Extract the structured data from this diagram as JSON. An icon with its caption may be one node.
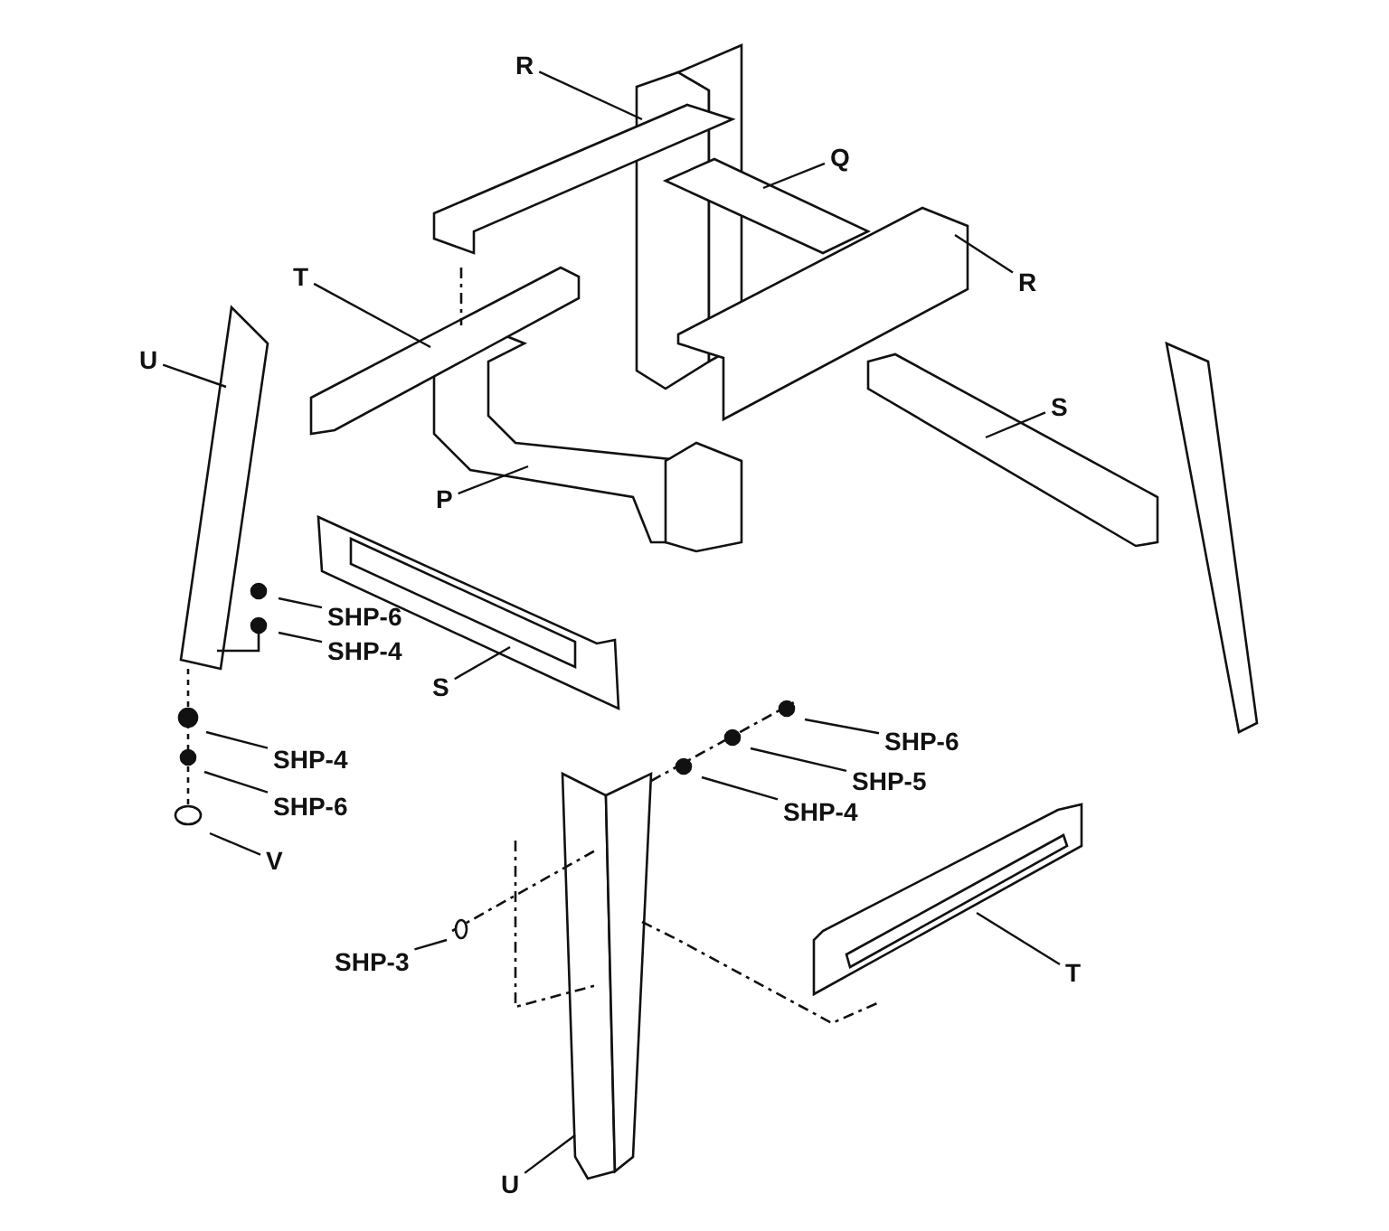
{
  "diagram": {
    "nodes": [
      {
        "text": [
          "R"
        ]
      },
      {
        "text": [
          "Q"
        ]
      },
      {
        "text": [
          "R"
        ]
      },
      {
        "text": [
          "T"
        ]
      },
      {
        "text": [
          "U"
        ]
      },
      {
        "text": [
          "S"
        ]
      },
      {
        "text": [
          "P"
        ]
      },
      {
        "text": [
          "SHP-6"
        ]
      },
      {
        "text": [
          "SHP-4"
        ]
      },
      {
        "text": [
          "S"
        ]
      },
      {
        "text": [
          "SHP-4"
        ]
      },
      {
        "text": [
          "SHP-6"
        ]
      },
      {
        "text": [
          "V"
        ]
      },
      {
        "text": [
          "SHP-6"
        ]
      },
      {
        "text": [
          "SHP-5"
        ]
      },
      {
        "text": [
          "SHP-4"
        ]
      },
      {
        "text": [
          "SHP-3"
        ]
      },
      {
        "text": [
          "T"
        ]
      },
      {
        "text": [
          "U"
        ]
      }
    ],
    "edges": [
      {
        "from": 0,
        "to": null,
        "arrow": "none"
      },
      {
        "from": 1,
        "to": null,
        "arrow": "none"
      },
      {
        "from": 2,
        "to": null,
        "arrow": "none"
      },
      {
        "from": 3,
        "to": null,
        "arrow": "none"
      },
      {
        "from": 4,
        "to": null,
        "arrow": "none"
      },
      {
        "from": 5,
        "to": null,
        "arrow": "none"
      },
      {
        "from": 6,
        "to": null,
        "arrow": "none"
      },
      {
        "from": 7,
        "to": null,
        "arrow": "none"
      },
      {
        "from": 8,
        "to": null,
        "arrow": "none"
      },
      {
        "from": 9,
        "to": null,
        "arrow": "none"
      },
      {
        "from": 10,
        "to": null,
        "arrow": "none"
      },
      {
        "from": 11,
        "to": null,
        "arrow": "none"
      },
      {
        "from": 12,
        "to": null,
        "arrow": "none"
      },
      {
        "from": 13,
        "to": null,
        "arrow": "none"
      },
      {
        "from": 14,
        "to": null,
        "arrow": "none"
      },
      {
        "from": 15,
        "to": null,
        "arrow": "none"
      },
      {
        "from": 16,
        "to": null,
        "arrow": "none"
      },
      {
        "from": 17,
        "to": null,
        "arrow": "none"
      },
      {
        "from": 18,
        "to": null,
        "arrow": "none"
      }
    ]
  }
}
